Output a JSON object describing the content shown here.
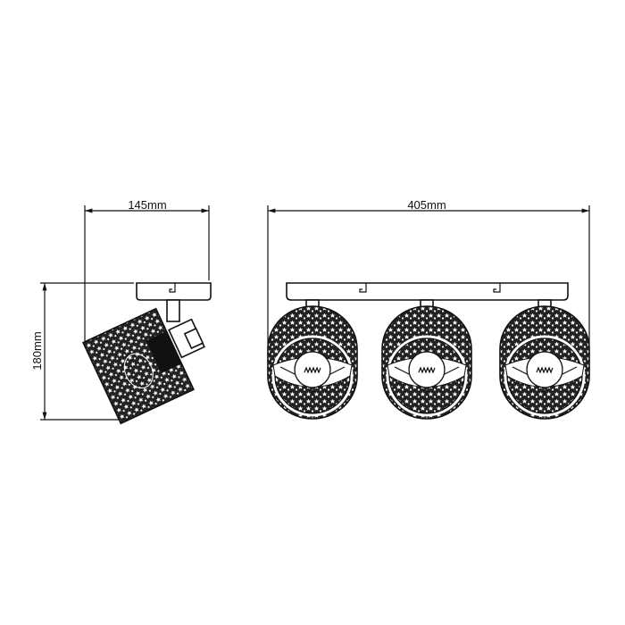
{
  "dimensions": {
    "side_width": "145mm",
    "front_width": "405mm",
    "height": "180mm"
  },
  "colors": {
    "line": "#111111",
    "background": "#ffffff"
  },
  "views": [
    "side-view",
    "front-view"
  ],
  "front_view": {
    "lamp_count": 3
  }
}
